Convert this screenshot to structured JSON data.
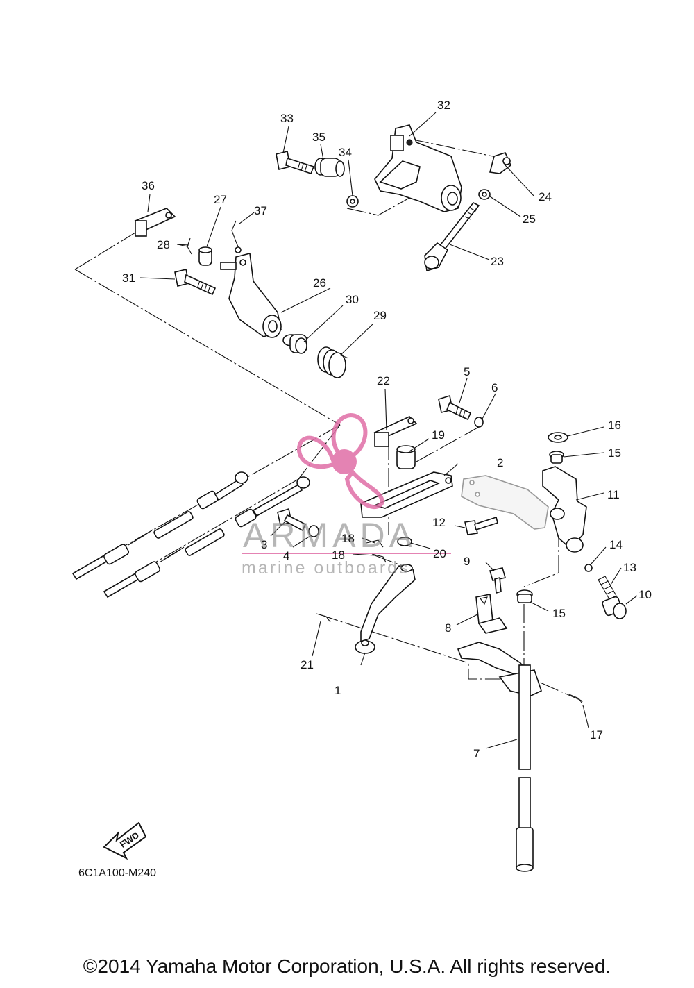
{
  "diagram": {
    "part_numbers": [
      "1",
      "2",
      "3",
      "4",
      "5",
      "6",
      "7",
      "8",
      "9",
      "10",
      "11",
      "12",
      "13",
      "14",
      "15",
      "15",
      "16",
      "17",
      "18",
      "18",
      "19",
      "20",
      "21",
      "22",
      "23",
      "24",
      "25",
      "26",
      "27",
      "28",
      "29",
      "30",
      "31",
      "32",
      "33",
      "34",
      "35",
      "36",
      "37"
    ],
    "drawing_code": "6C1A100-M240",
    "fwd_label": "FWD"
  },
  "watermark": {
    "brand": "ARMADA",
    "tagline": "marine outboards",
    "colors": {
      "propeller": "#e06ea6",
      "text": "#8c8c8c"
    }
  },
  "copyright": "©2014 Yamaha Motor Corporation, U.S.A. All rights reserved."
}
